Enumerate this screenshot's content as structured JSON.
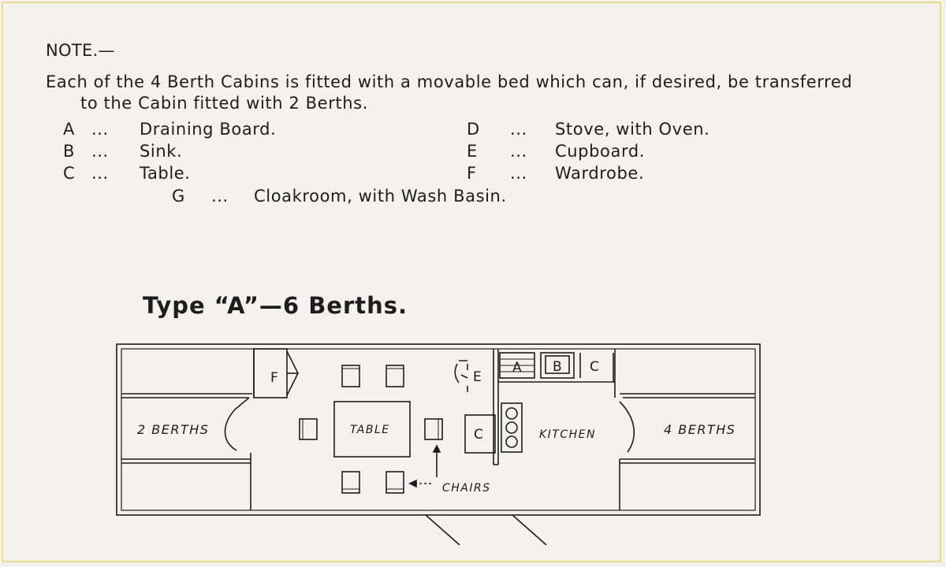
{
  "note": {
    "title": "NOTE.—",
    "line1": "Each of the 4 Berth Cabins is fitted with a  movable  bed which  can, if desired, be transferred",
    "line2": "to the Cabin fitted with 2 Berths."
  },
  "key": [
    {
      "letter": "A",
      "dots": "...",
      "desc": "Draining Board."
    },
    {
      "letter": "B",
      "dots": "...",
      "desc": "Sink."
    },
    {
      "letter": "C",
      "dots": "...",
      "desc": "Table."
    },
    {
      "letter": "D",
      "dots": "...",
      "desc": "Stove, with Oven."
    },
    {
      "letter": "E",
      "dots": "...",
      "desc": "Cupboard."
    },
    {
      "letter": "F",
      "dots": "...",
      "desc": "Wardrobe."
    },
    {
      "letter": "G",
      "dots": "...",
      "desc": "Cloakroom, with Wash Basin."
    }
  ],
  "heading": "Type “A”—6 Berths.",
  "plan": {
    "left_cabin": "2 BERTHS",
    "right_cabin": "4 BERTHS",
    "table": "TABLE",
    "kitchen": "KITCHEN",
    "chairs": "CHAIRS",
    "wardrobe": "F",
    "cupboard": "E",
    "draining_board": "A",
    "sink": "B",
    "kitchen_table": "C",
    "saloon_table_small": "C"
  }
}
